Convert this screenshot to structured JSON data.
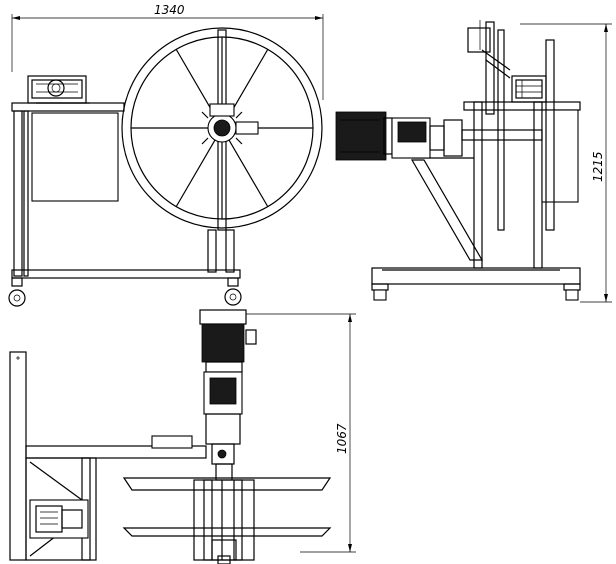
{
  "dimensions": {
    "overall_width": "1340",
    "height_side": "1215",
    "height_top": "1067"
  },
  "colors": {
    "line": "#000000",
    "background": "#ffffff"
  }
}
